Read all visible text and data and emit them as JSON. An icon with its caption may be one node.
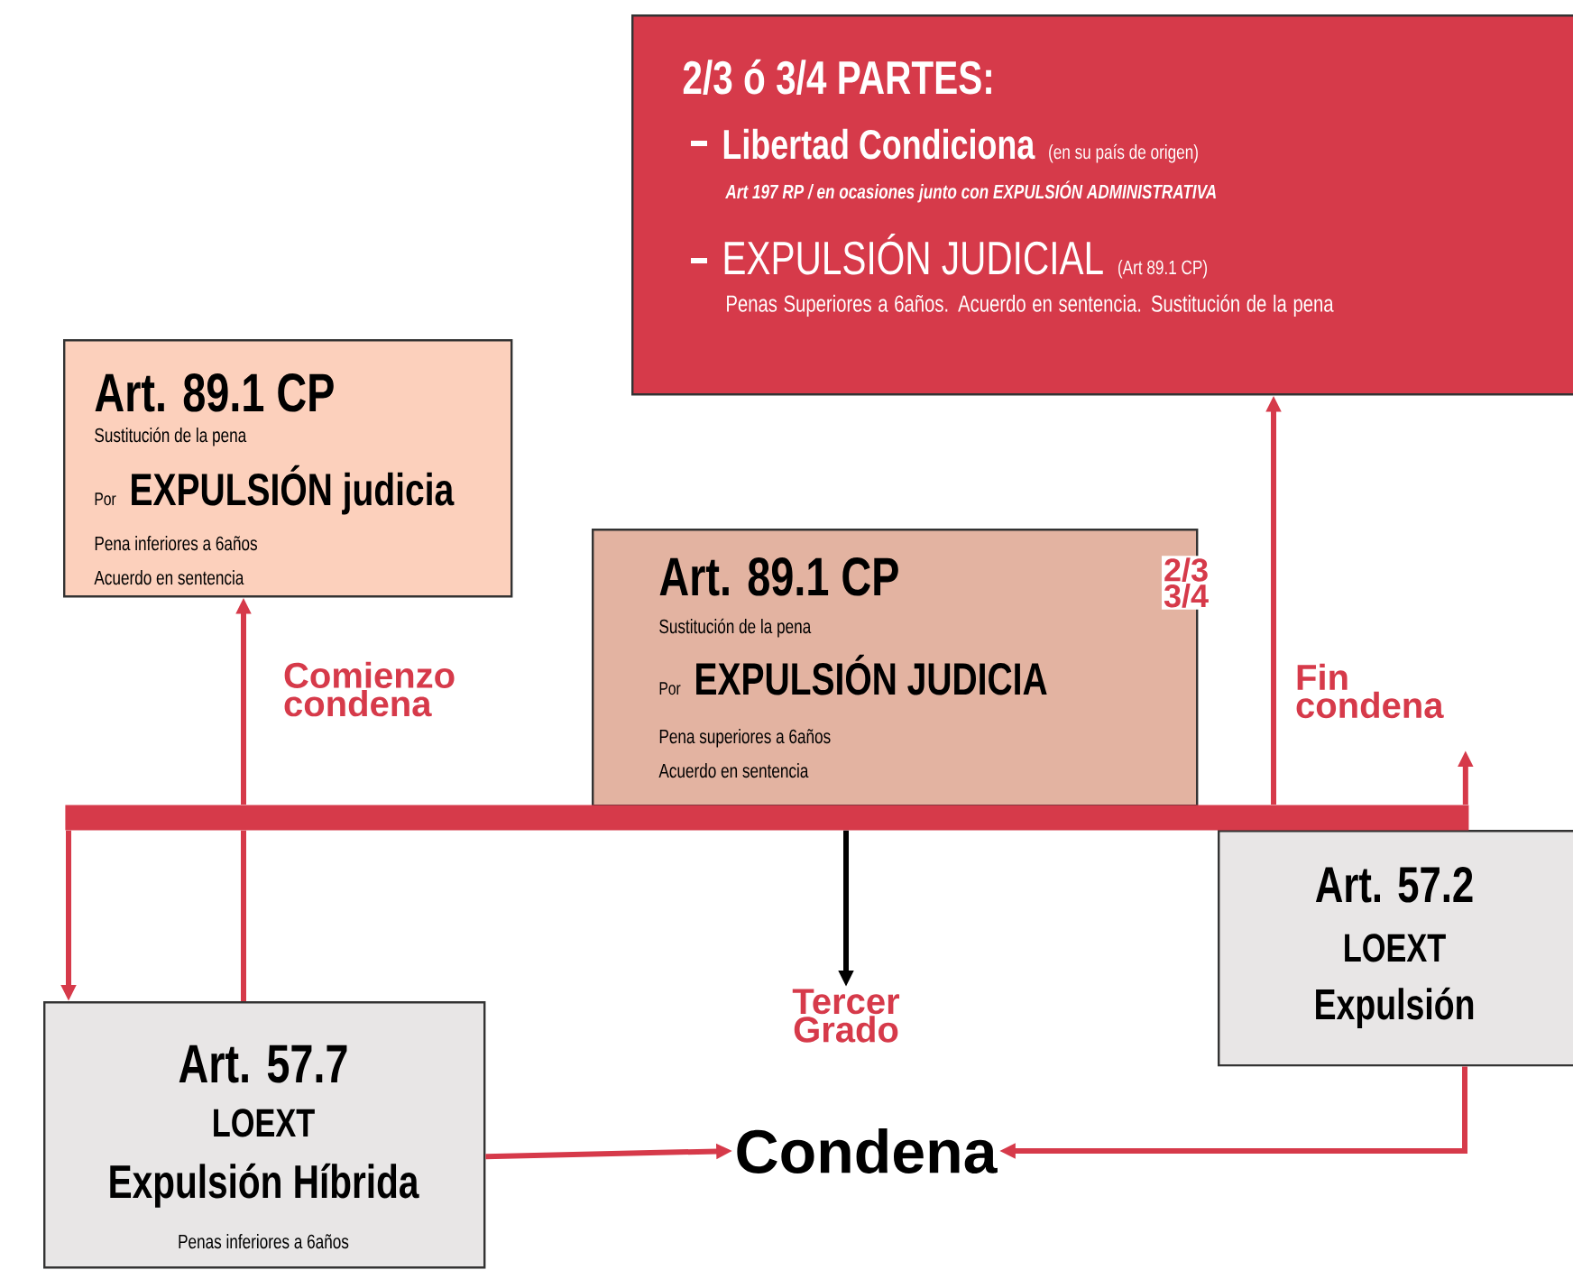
{
  "diagram": {
    "nodes": [
      {
        "text": [
          "2/3 ó 3/4 PARTES:",
          "Libertad Condiciona",
          "(en su país de origen)",
          "Art 197 RP / en ocasiones junto con EXPULSIÓN ADMINISTRATIVA",
          "EXPULSIÓN JUDICIAL",
          "(Art 89.1 CP)",
          "Penas Superiores a 6años. Acuerdo en sentencia. Sustitución de la pena"
        ]
      },
      {
        "text": [
          "Art. 89.1 CP",
          "Sustitución de la pena",
          "Por",
          "EXPULSIÓN judicia",
          "Pena inferiores a 6años",
          "Acuerdo en sentencia"
        ]
      },
      {
        "text": [
          "Art. 89.1 CP",
          "Sustitución de la pena",
          "Por",
          "EXPULSIÓN JUDICIA",
          "Pena superiores a 6años",
          "Acuerdo en sentencia"
        ]
      },
      {
        "text": [
          "Art. 57.2",
          "LOEXT",
          "Expulsión"
        ]
      },
      {
        "text": [
          "Art. 57.7",
          "LOEXT",
          "Expulsión Híbrida",
          "Penas inferiores a 6años"
        ]
      },
      {
        "text": [
          "Condena"
        ]
      },
      {
        "text": [
          "Tercer Grado"
        ]
      },
      {
        "text": [],
        "shape": "bar"
      }
    ],
    "edges": [
      {
        "from": 7,
        "to": 4,
        "arrow": "to"
      },
      {
        "from": 7,
        "to": 1,
        "arrow": "to",
        "label": "Comienzo condena"
      },
      {
        "from": 7,
        "to": 0,
        "arrow": "to",
        "label": "2/3 3/4"
      },
      {
        "from": 7,
        "to": null,
        "arrow": "to",
        "label": "Fin condena"
      },
      {
        "from": 7,
        "to": 6,
        "arrow": "to",
        "color": "#000000"
      },
      {
        "from": 4,
        "to": 5,
        "arrow": "to"
      },
      {
        "from": 3,
        "to": 5,
        "arrow": "to"
      },
      {
        "from": 4,
        "to": 7,
        "arrow": "none"
      }
    ]
  }
}
